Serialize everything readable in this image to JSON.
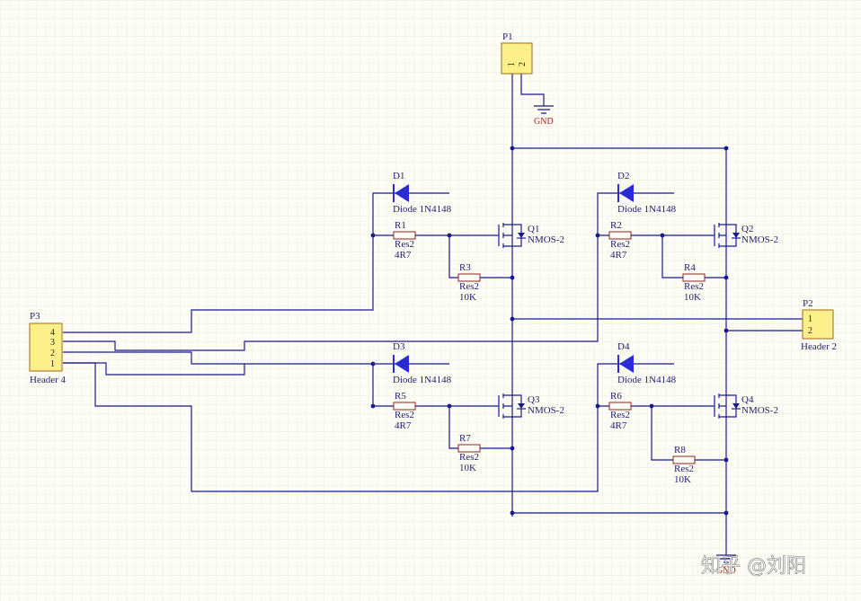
{
  "connectors": {
    "p1": {
      "designator": "P1",
      "pins": [
        "1",
        "2"
      ]
    },
    "p2": {
      "designator": "P2",
      "comment": "Header 2",
      "pins": [
        "1",
        "2"
      ]
    },
    "p3": {
      "designator": "P3",
      "comment": "Header 4",
      "pins": [
        "4",
        "3",
        "2",
        "1"
      ]
    }
  },
  "gnd_labels": {
    "top": "GND",
    "bottom": "GND"
  },
  "diodes": {
    "d1": {
      "designator": "D1",
      "comment": "Diode 1N4148"
    },
    "d2": {
      "designator": "D2",
      "comment": "Diode 1N4148"
    },
    "d3": {
      "designator": "D3",
      "comment": "Diode 1N4148"
    },
    "d4": {
      "designator": "D4",
      "comment": "Diode 1N4148"
    }
  },
  "resistors": {
    "r1": {
      "designator": "R1",
      "type": "Res2",
      "value": "4R7"
    },
    "r2": {
      "designator": "R2",
      "type": "Res2",
      "value": "4R7"
    },
    "r3": {
      "designator": "R3",
      "type": "Res2",
      "value": "10K"
    },
    "r4": {
      "designator": "R4",
      "type": "Res2",
      "value": "10K"
    },
    "r5": {
      "designator": "R5",
      "type": "Res2",
      "value": "4R7"
    },
    "r6": {
      "designator": "R6",
      "type": "Res2",
      "value": "4R7"
    },
    "r7": {
      "designator": "R7",
      "type": "Res2",
      "value": "10K"
    },
    "r8": {
      "designator": "R8",
      "type": "Res2",
      "value": "10K"
    }
  },
  "mosfets": {
    "q1": {
      "designator": "Q1",
      "comment": "NMOS-2"
    },
    "q2": {
      "designator": "Q2",
      "comment": "NMOS-2"
    },
    "q3": {
      "designator": "Q3",
      "comment": "NMOS-2"
    },
    "q4": {
      "designator": "Q4",
      "comment": "NMOS-2"
    }
  },
  "watermark": "知乎 @刘阳",
  "colors": {
    "background": "#fdfdf6",
    "grid": "#ecebe0",
    "wire": "#1a1a8c",
    "diode": "#2a2ad6",
    "header_fill": "#fdf08a",
    "header_border": "#9c6a1e",
    "gnd_text": "#b3241b"
  }
}
